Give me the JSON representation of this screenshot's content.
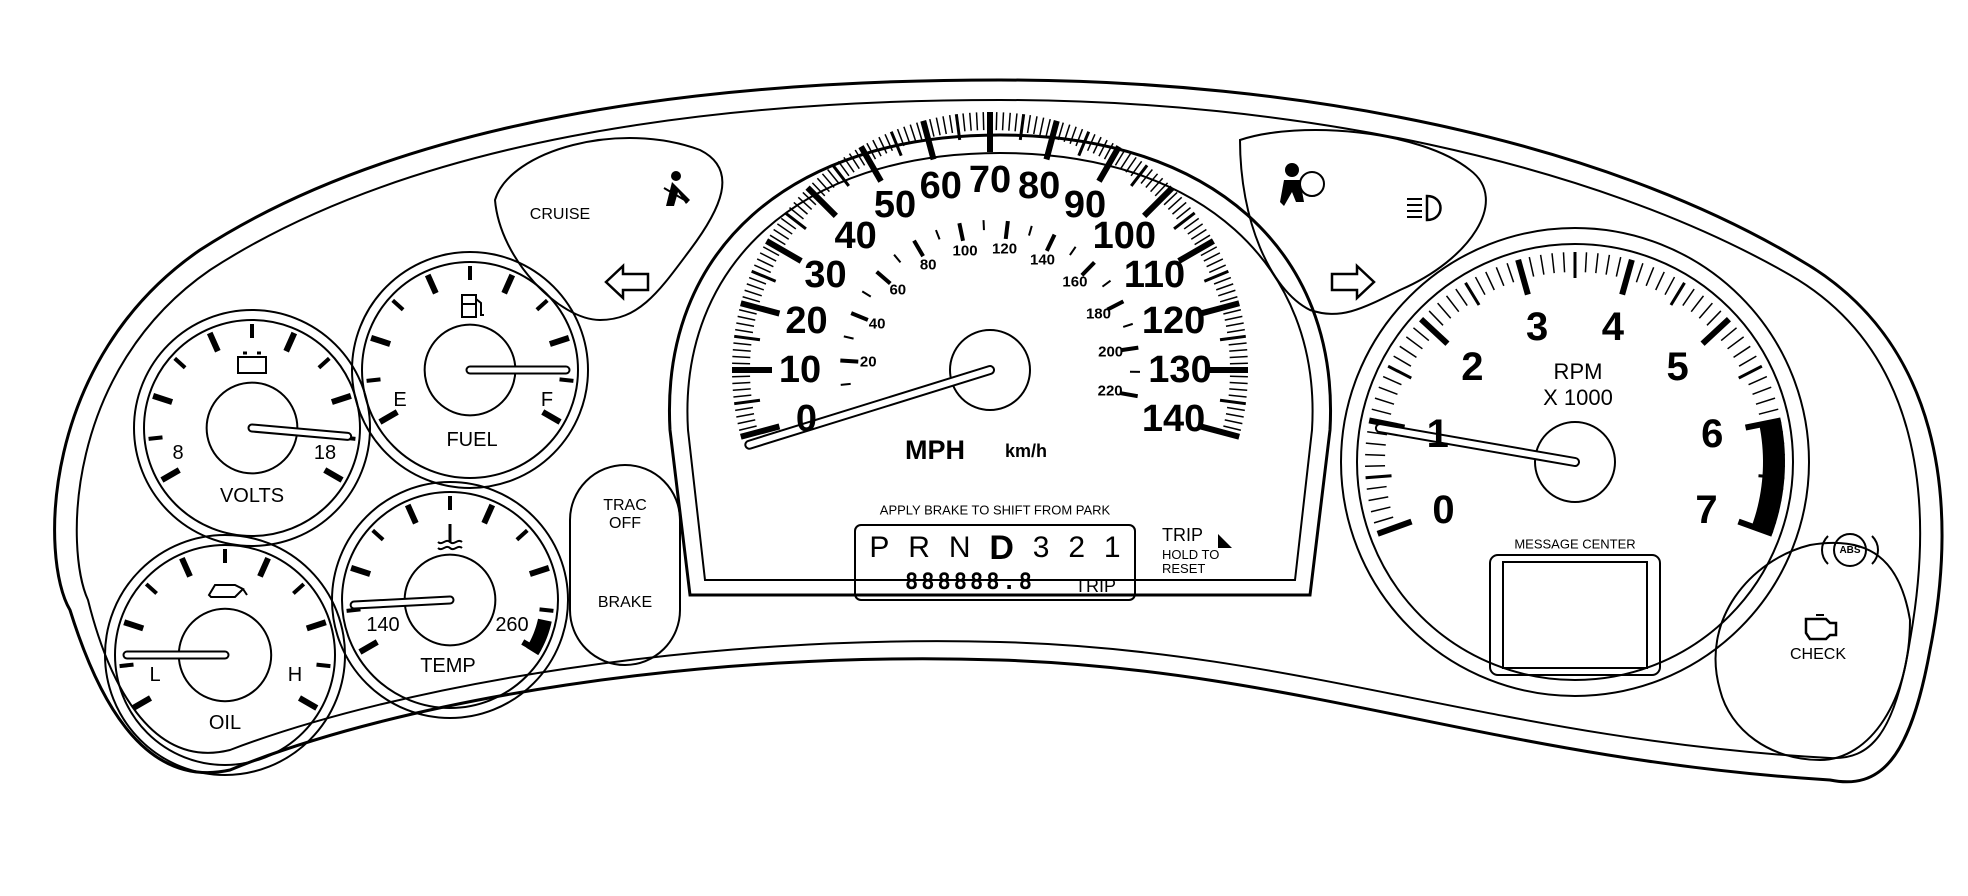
{
  "speedometer": {
    "mph_labels": [
      "0",
      "10",
      "20",
      "30",
      "40",
      "50",
      "60",
      "70",
      "80",
      "90",
      "100",
      "110",
      "120",
      "130",
      "140"
    ],
    "kmh_labels": [
      "20",
      "40",
      "60",
      "80",
      "100",
      "120",
      "140",
      "160",
      "180",
      "200",
      "220"
    ],
    "unit_mph": "MPH",
    "unit_kmh": "km/h"
  },
  "tachometer": {
    "labels": [
      "0",
      "1",
      "2",
      "3",
      "4",
      "5",
      "6",
      "7"
    ],
    "title_line1": "RPM",
    "title_line2": "X 1000",
    "redline_from": 6
  },
  "volts_gauge": {
    "title": "VOLTS",
    "min_label": "8",
    "max_label": "18"
  },
  "fuel_gauge": {
    "title": "FUEL",
    "min_label": "E",
    "max_label": "F"
  },
  "oil_gauge": {
    "title": "OIL",
    "min_label": "L",
    "max_label": "H"
  },
  "temp_gauge": {
    "title": "TEMP",
    "min_label": "140",
    "max_label": "260"
  },
  "indicators": {
    "cruise": "CRUISE",
    "trac_off_line1": "TRAC",
    "trac_off_line2": "OFF",
    "brake": "BRAKE",
    "abs": "ABS",
    "check": "CHECK"
  },
  "prndl": {
    "notice": "APPLY BRAKE TO SHIFT FROM PARK",
    "gears": [
      "P",
      "R",
      "N",
      "D",
      "3",
      "2",
      "1"
    ],
    "active_gear": "D",
    "odometer": "888888.8",
    "trip_label": "TRIP"
  },
  "trip_button": {
    "label": "TRIP",
    "line1": "HOLD TO",
    "line2": "RESET"
  },
  "message_center": {
    "title": "MESSAGE CENTER"
  }
}
